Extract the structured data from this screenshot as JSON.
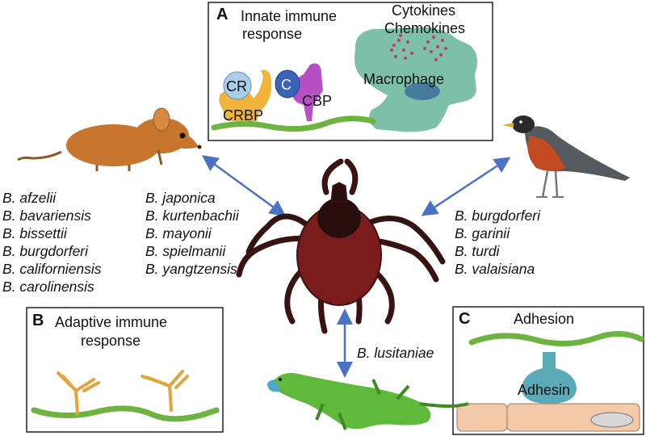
{
  "panel_a": {
    "letter": "A",
    "title_line1": "Innate immune",
    "title_line2": "response",
    "cytokines": "Cytokines",
    "chemokines": "Chemokines",
    "macrophage": "Macrophage",
    "cr": "CR",
    "crbp": "CRBP",
    "c": "C",
    "cbp": "CBP"
  },
  "panel_b": {
    "letter": "B",
    "title_line1": "Adaptive immune",
    "title_line2": "response"
  },
  "panel_c": {
    "letter": "C",
    "title": "Adhesion",
    "adhesin": "Adhesin"
  },
  "rodent_species_col1": [
    "B. afzelii",
    "B. bavariensis",
    "B. bissettii",
    "B. burgdorferi",
    "B. californiensis",
    "B. carolinensis"
  ],
  "rodent_species_col2": [
    "B. japonica",
    "B. kurtenbachii",
    "B. mayonii",
    "B. spielmanii",
    "B. yangtzensis"
  ],
  "bird_species": [
    "B. burgdorferi",
    "B. garinii",
    "B. turdi",
    "B. valaisiana"
  ],
  "lizard_species": "B. lusitaniae",
  "colors": {
    "arrow": "#4a72c4",
    "green_strand": "#6db33f",
    "macrophage": "#6fb9a0",
    "tick_body": "#7a1c1c",
    "adhesin": "#5aaab8",
    "cell": "#f3c9a8"
  }
}
